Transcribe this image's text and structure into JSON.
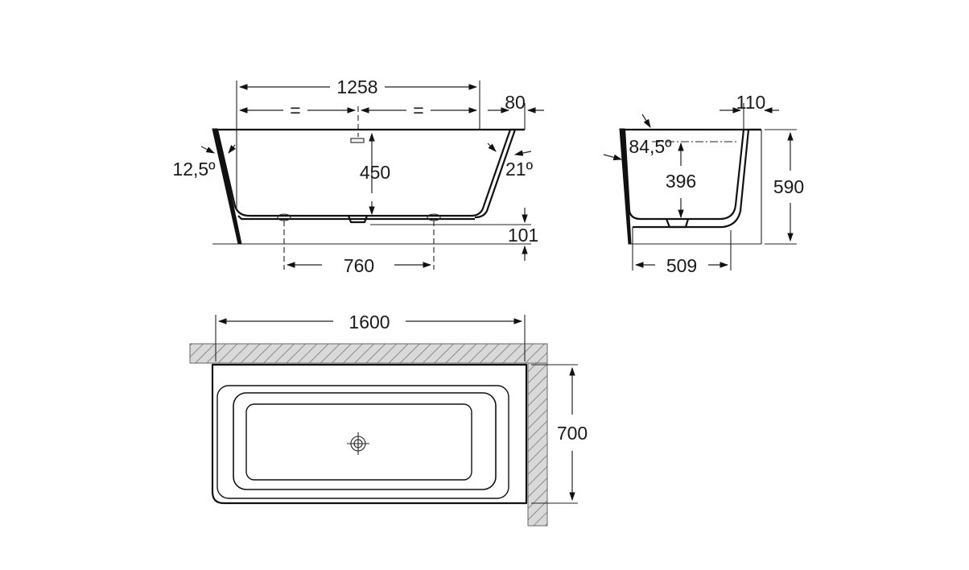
{
  "front_view": {
    "top_width": "1258",
    "equal_left": "=",
    "equal_right": "=",
    "rim_overhang": "80",
    "depth": "450",
    "left_angle": "12,5º",
    "right_angle": "21º",
    "feet_height": "101",
    "feet_spacing": "760"
  },
  "side_view": {
    "rim_overhang": "110",
    "angle": "84,5º",
    "depth": "396",
    "total_height": "590",
    "base_depth": "509"
  },
  "plan_view": {
    "length": "1600",
    "width": "700"
  },
  "colors": {
    "line": "#111111",
    "hatch_fill": "#d9d9d9",
    "hatch_line": "#8a8a8a"
  }
}
